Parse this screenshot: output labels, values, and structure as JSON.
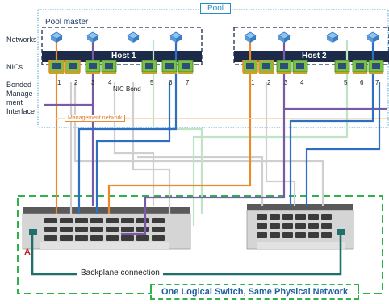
{
  "pool_label": "Pool",
  "pool_master_label": "Pool master",
  "side_labels": {
    "networks": "Networks",
    "nics": "NICs",
    "bonded_line1": "Bonded",
    "bonded_line2": "Manage-",
    "bonded_line3": "ment",
    "bonded_line4": "Interface"
  },
  "host1_label": "Host 1",
  "host2_label": "Host 2",
  "nic_numbers": [
    "1",
    "2",
    "3",
    "4",
    "5",
    "6",
    "7"
  ],
  "nic_bond_label": "NIC Bond",
  "management_network_label": "Management network",
  "backplane_label": "Backplane connection",
  "logical_switch_label": "One Logical Switch, Same Physical Network",
  "switch_marker": "A",
  "colors": {
    "host_bar": "#1c2b4a",
    "nic_green": "#7ac143",
    "management_orange": "#e98a2c",
    "bond_purple": "#7a5aa6",
    "network_blue": "#2d6fc0",
    "pale_green": "#bfe3c4",
    "grey_cable": "#cfcfcf",
    "switch_green": "#2eb34a",
    "pool_cyan": "#2a8cc4"
  }
}
